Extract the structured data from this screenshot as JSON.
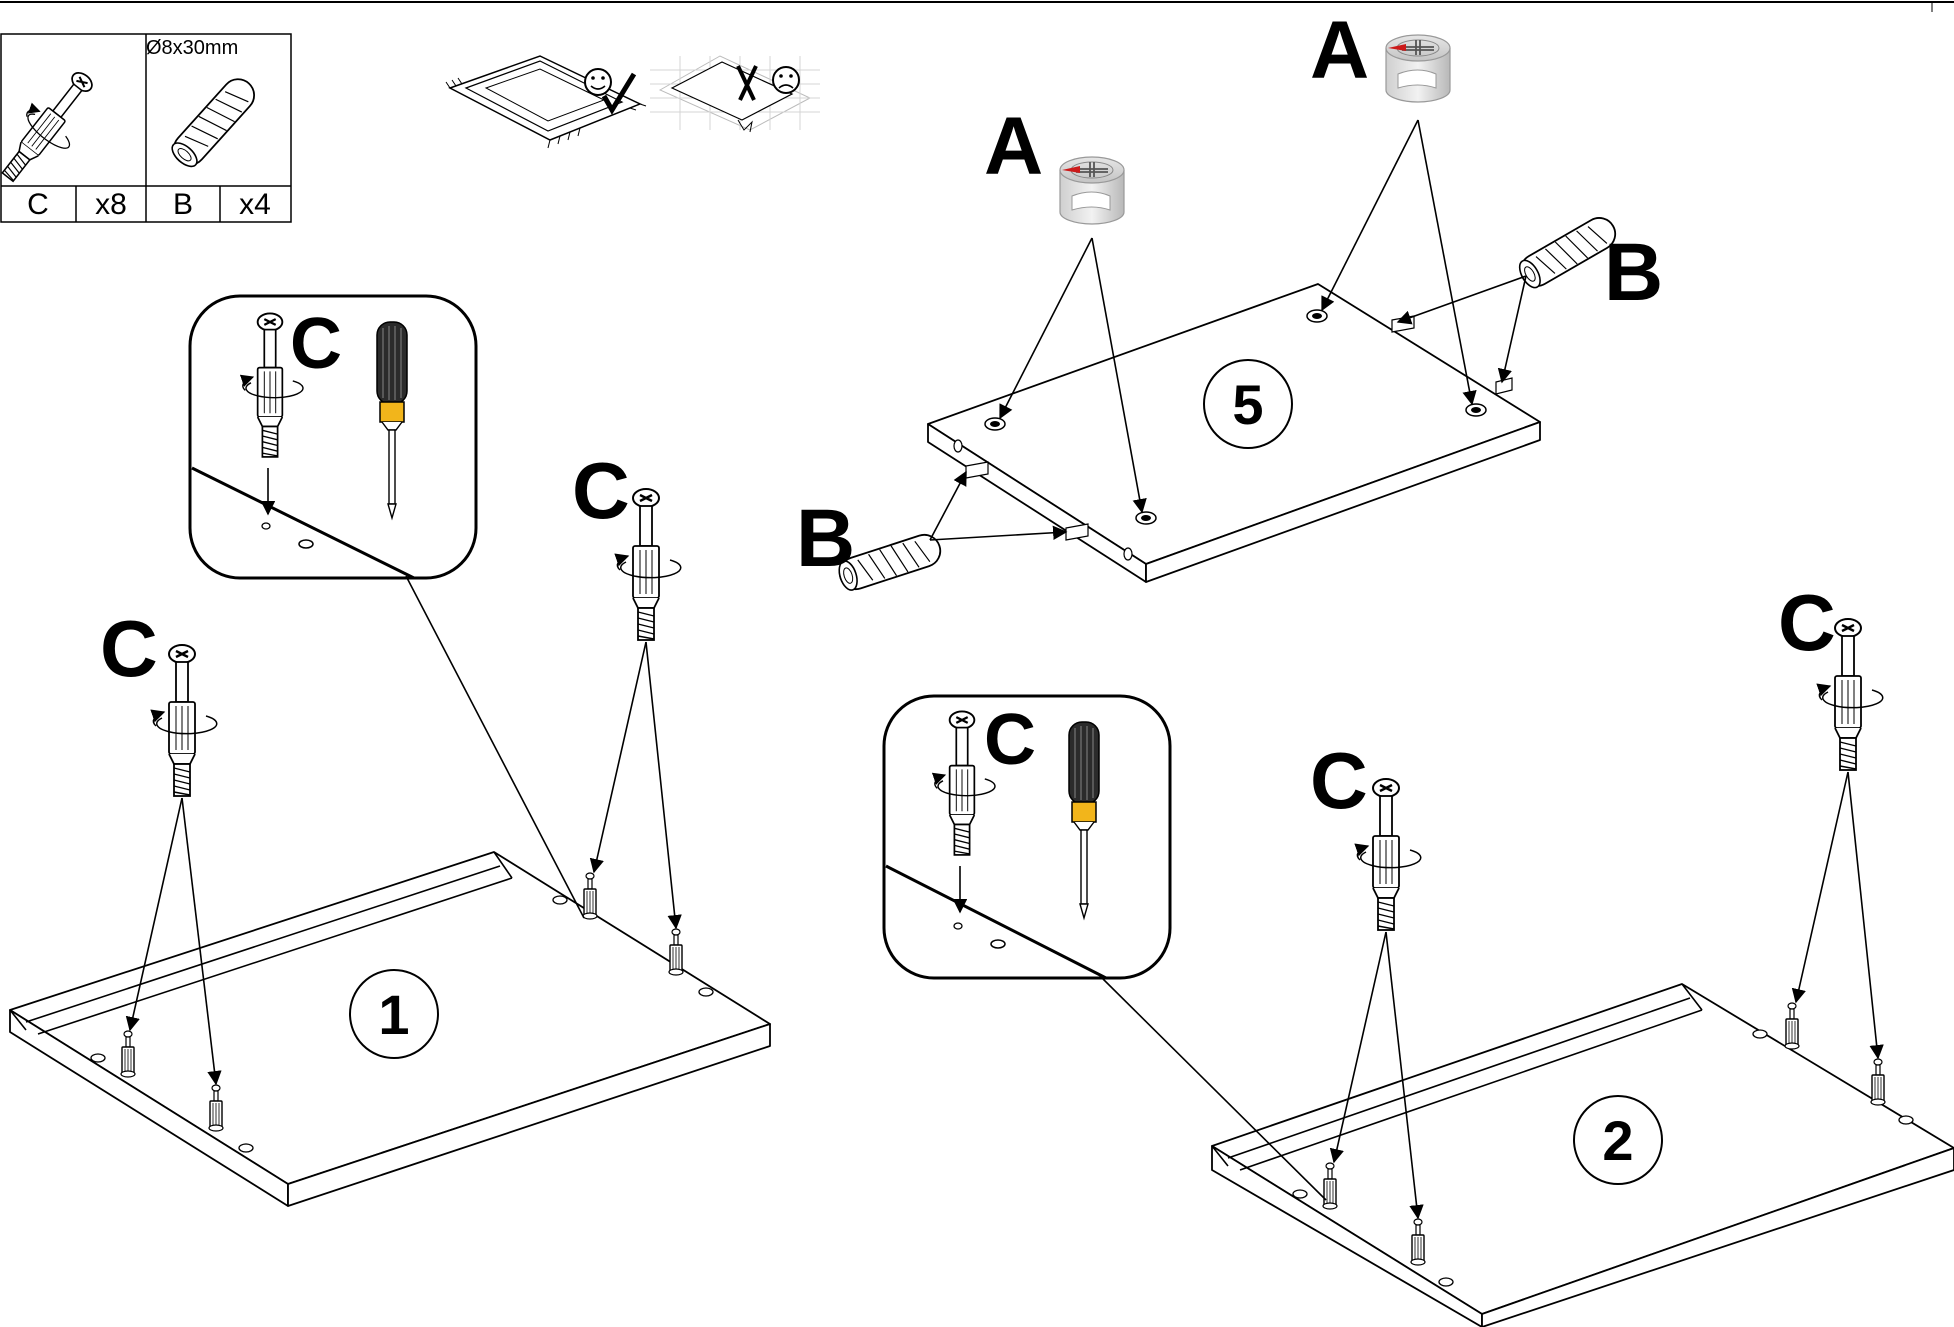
{
  "parts_table": {
    "dowel_size": "Ø8x30mm",
    "screw_label": "C",
    "screw_qty": "x8",
    "dowel_label": "B",
    "dowel_qty": "x4"
  },
  "labels": {
    "cam": "A",
    "dowel": "B",
    "screw": "C"
  },
  "panels": {
    "p1": "1",
    "p2": "2",
    "p5": "5"
  }
}
